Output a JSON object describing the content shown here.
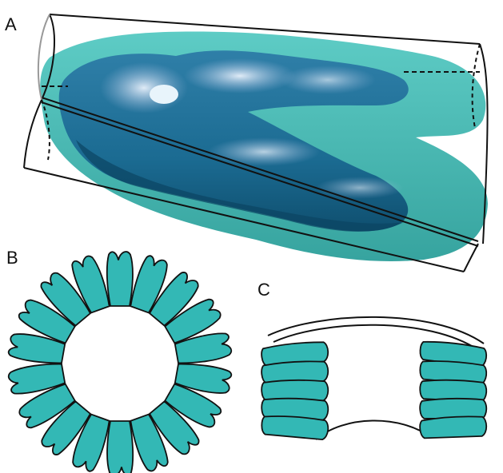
{
  "panels": [
    {
      "id": "A",
      "label": "A"
    },
    {
      "id": "B",
      "label": "B"
    },
    {
      "id": "C",
      "label": "C"
    }
  ],
  "colors": {
    "teal_fill": "#33b8b5",
    "outer_surface": "#35b3ad",
    "inner_dark": "#0f5a7a",
    "inner_mid": "#2f7fa8",
    "highlight": "#cfe2f2",
    "outline": "#111111"
  },
  "panel_b": {
    "ring_units": 18
  },
  "panel_c": {
    "stack_units_per_side": 5
  }
}
